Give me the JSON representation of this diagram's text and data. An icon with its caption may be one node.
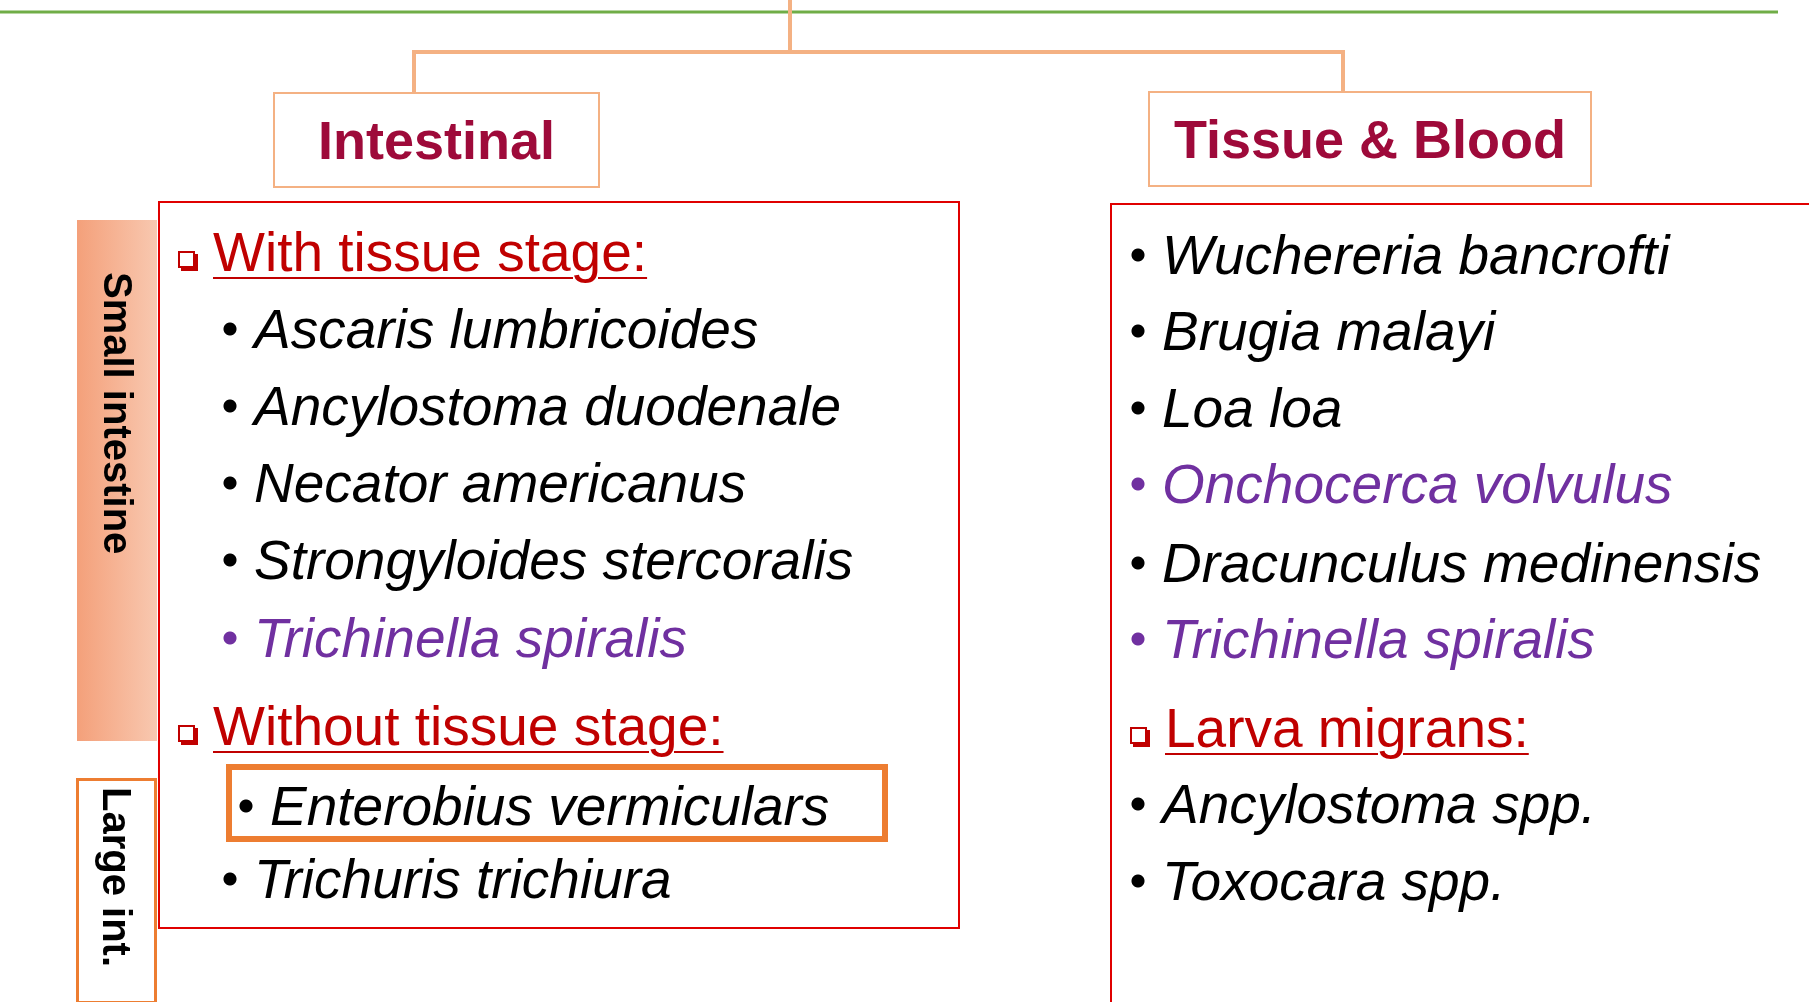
{
  "diagram": {
    "nodes": [
      {
        "text": [
          "Intestinal"
        ]
      },
      {
        "text": [
          "Tissue & Blood"
        ]
      },
      {
        "text": [
          "Small intestine"
        ]
      },
      {
        "text": [
          "Large int."
        ]
      },
      {
        "text": [
          "With tissue stage:",
          "Ascaris lumbricoides",
          "Ancylostoma duodenale",
          "Necator americanus",
          "Strongyloides stercoralis",
          "Trichinella spiralis",
          "Without tissue stage:",
          "Trichuris trichiura"
        ]
      },
      {
        "text": [
          "Enterobius vermiculars"
        ],
        "in": 4
      },
      {
        "text": [
          "Wuchereria bancrofti",
          "Brugia malayi",
          "Loa loa",
          "Onchocerca volvulus",
          "Dracunculus medinensis",
          "Trichinella spiralis",
          "Larva migrans:",
          "Ancylostoma spp.",
          "Toxocara spp."
        ]
      }
    ],
    "edges": [
      {
        "from": null,
        "to": 0,
        "arrow": "none"
      },
      {
        "from": null,
        "to": 1,
        "arrow": "none"
      }
    ]
  }
}
